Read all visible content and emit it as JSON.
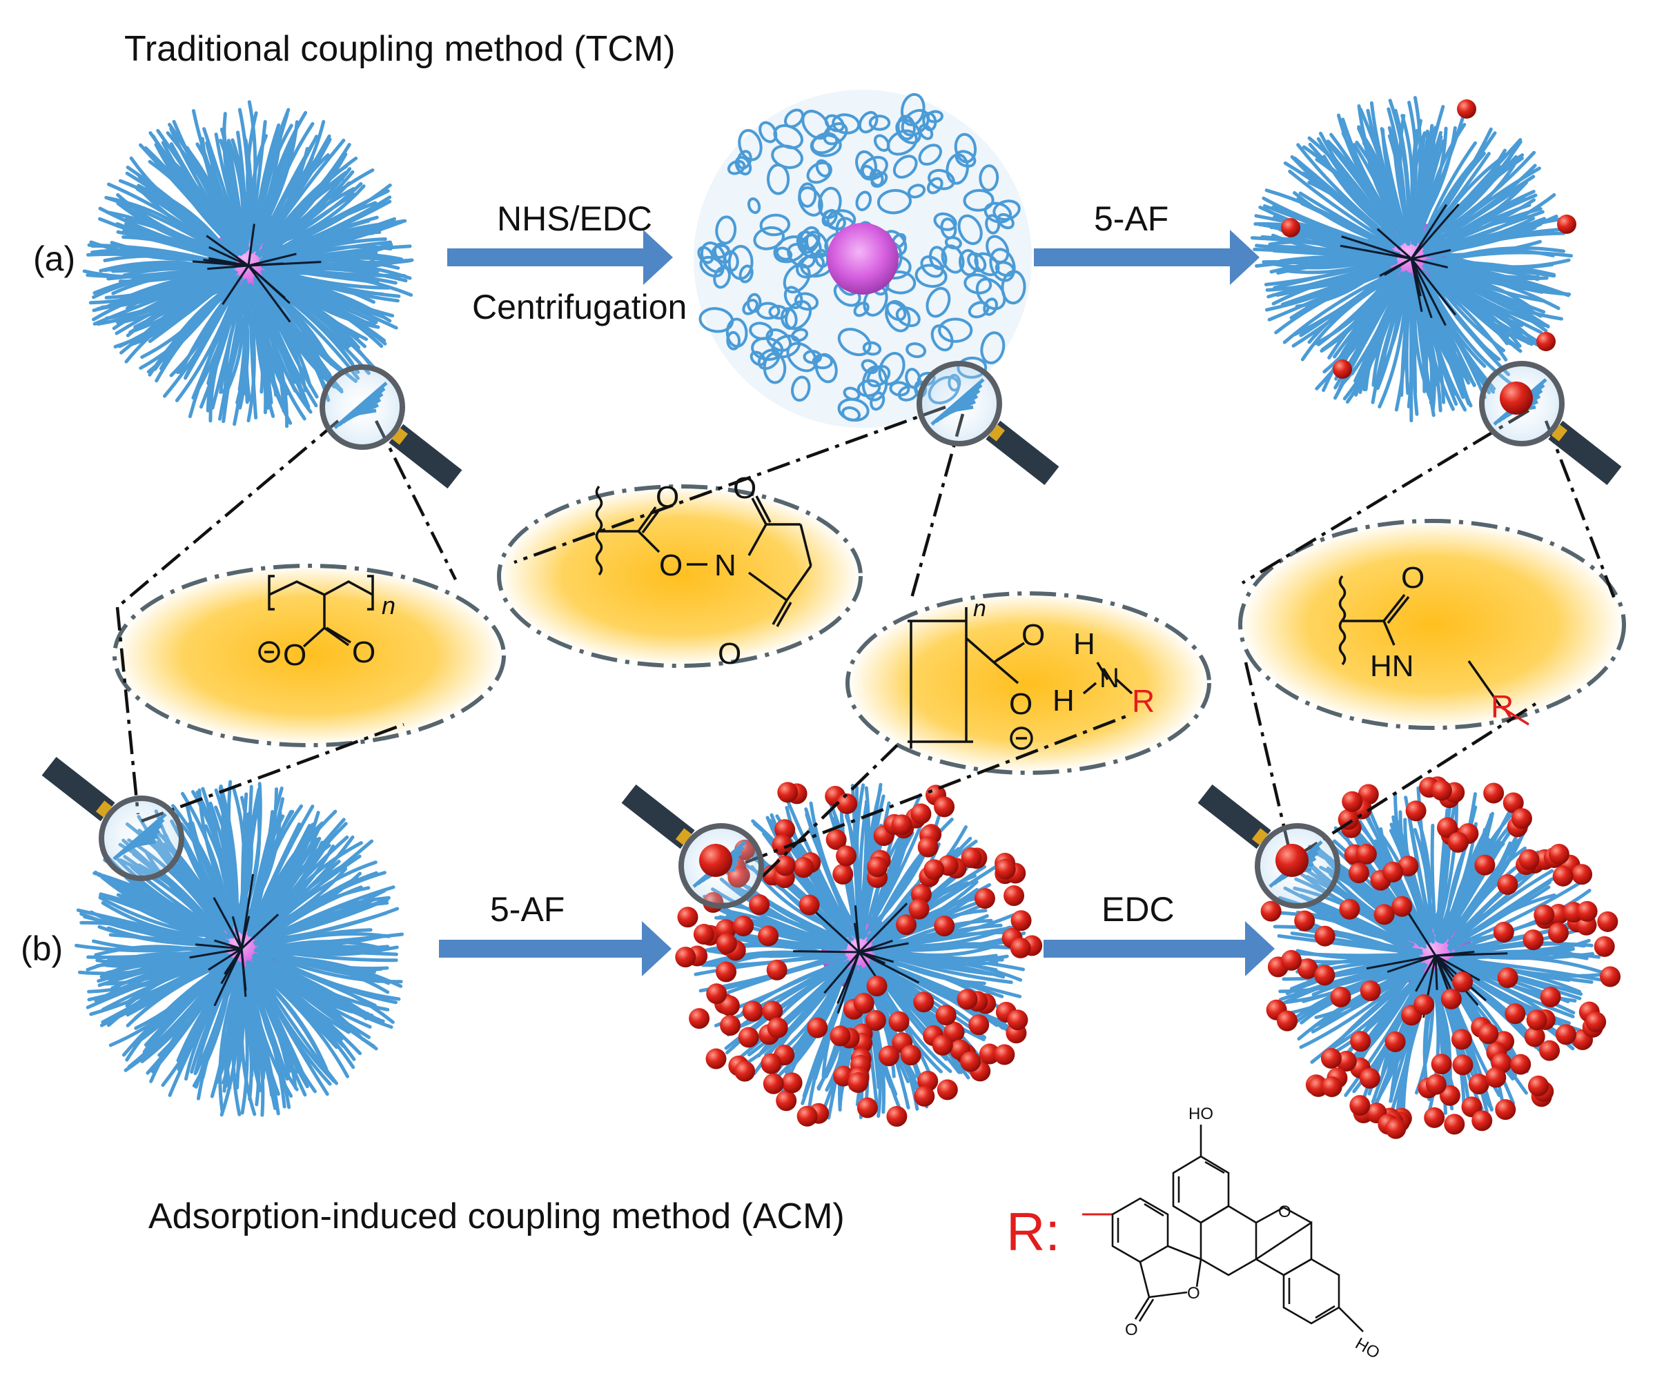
{
  "titles": {
    "top": "Traditional coupling method (TCM)",
    "bottom": "Adsorption-induced coupling method (ACM)"
  },
  "rows": {
    "a": "(a)",
    "b": "(b)"
  },
  "steps": {
    "a1_top": "NHS/EDC",
    "a1_bottom": "Centrifugation",
    "a2": "5-AF",
    "b1": "5-AF",
    "b2": "EDC"
  },
  "chem": {
    "n": "n",
    "O": "O",
    "N": "N",
    "H": "H",
    "HN": "HN",
    "R": "R",
    "HO": "HO",
    "R_def": "R:"
  },
  "colors": {
    "arrow": "#4f86c6",
    "brush": "#4a9bd6",
    "core": "#d65fe0",
    "ball": "#e0261c",
    "ellipse": "#f9c532",
    "accent_red": "#e21d1d"
  }
}
